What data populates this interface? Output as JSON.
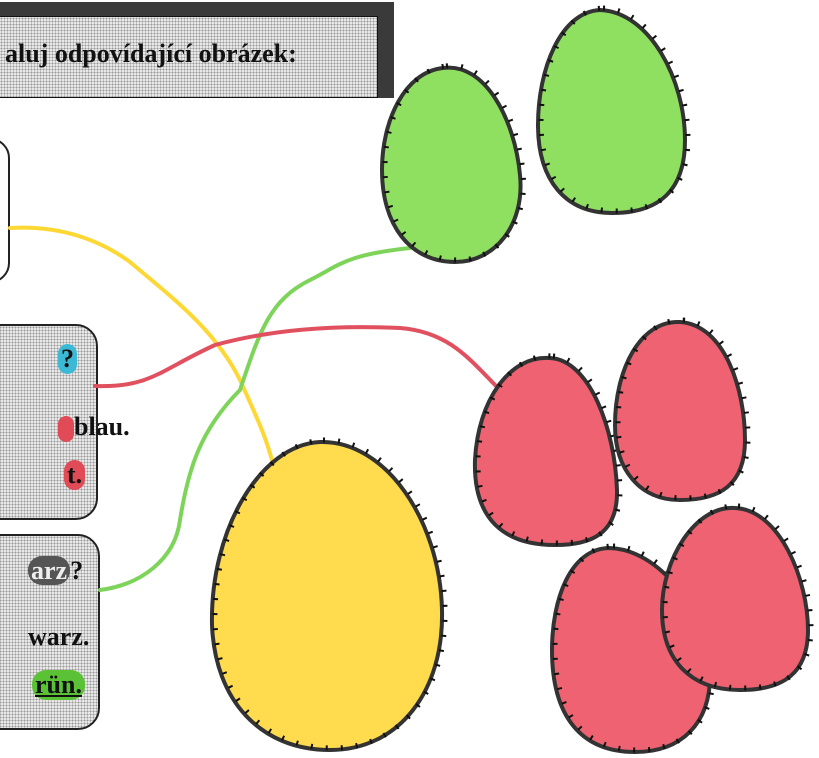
{
  "instruction": {
    "text": "aluj odpovídající obrázek:"
  },
  "card_mid": {
    "question_mark": "?",
    "line2_text": "blau.",
    "line3_text": "t."
  },
  "card_bot": {
    "question_text": "arz",
    "question_mark": "?",
    "line2_text": "warz.",
    "line3_text": "rün."
  },
  "colors": {
    "green": "#8fe061",
    "red": "#ee6272",
    "yellow": "#ffdb4d",
    "line_yellow": "#fdd835",
    "line_green": "#7ed45a",
    "line_red": "#e0505e"
  }
}
